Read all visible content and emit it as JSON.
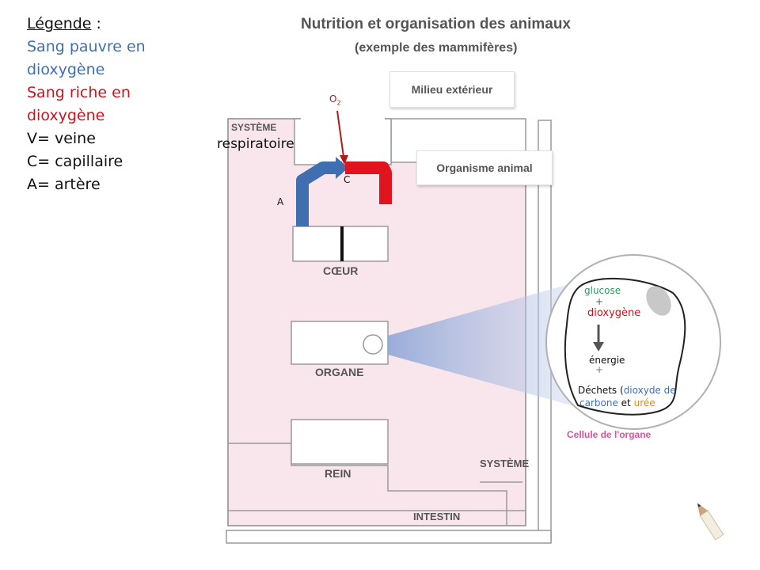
{
  "legend": {
    "title": "Légende",
    "title_suffix": " :",
    "blue_line1": "Sang pauvre en",
    "blue_line2": "dioxygène",
    "red_line1": "Sang riche en",
    "red_line2": "dioxygène",
    "vein": "V= veine",
    "capillary": "C= capillaire",
    "artery": "A= artère"
  },
  "diagram": {
    "title": "Nutrition et organisation des animaux",
    "subtitle": "(exemple des mammifères)",
    "milieu_exterieur": "Milieu extérieur",
    "organisme_animal": "Organisme animal",
    "systeme_top": "SYSTÈME",
    "respiratoire": "respiratoire",
    "o2": "O",
    "o2_sub": "2",
    "label_a": "A",
    "label_c": "C",
    "coeur": "CŒUR",
    "organe": "ORGANE",
    "rein": "REIN",
    "systeme_bottom": "SYSTÈME",
    "intestin": "INTESTIN",
    "cell_label": "Cellule de l'organe",
    "cell": {
      "glucose": "glucose",
      "plus1": "+",
      "dioxygene": "dioxygène",
      "energie": "énergie",
      "plus2": "+",
      "dechets": "Déchets",
      "paren_open": "(",
      "dioxyde": "dioxyde de",
      "carbone": "carbone",
      "et": "et",
      "uree": "urée"
    }
  },
  "colors": {
    "blue_blood": "#3f6fb0",
    "red_blood": "#e0141e",
    "body_fill": "#f8e6ec",
    "cell_border": "#b0b0b0",
    "cell_label": "#e04fa0",
    "glucose": "#2e9b5f",
    "uree": "#d98a2b"
  }
}
